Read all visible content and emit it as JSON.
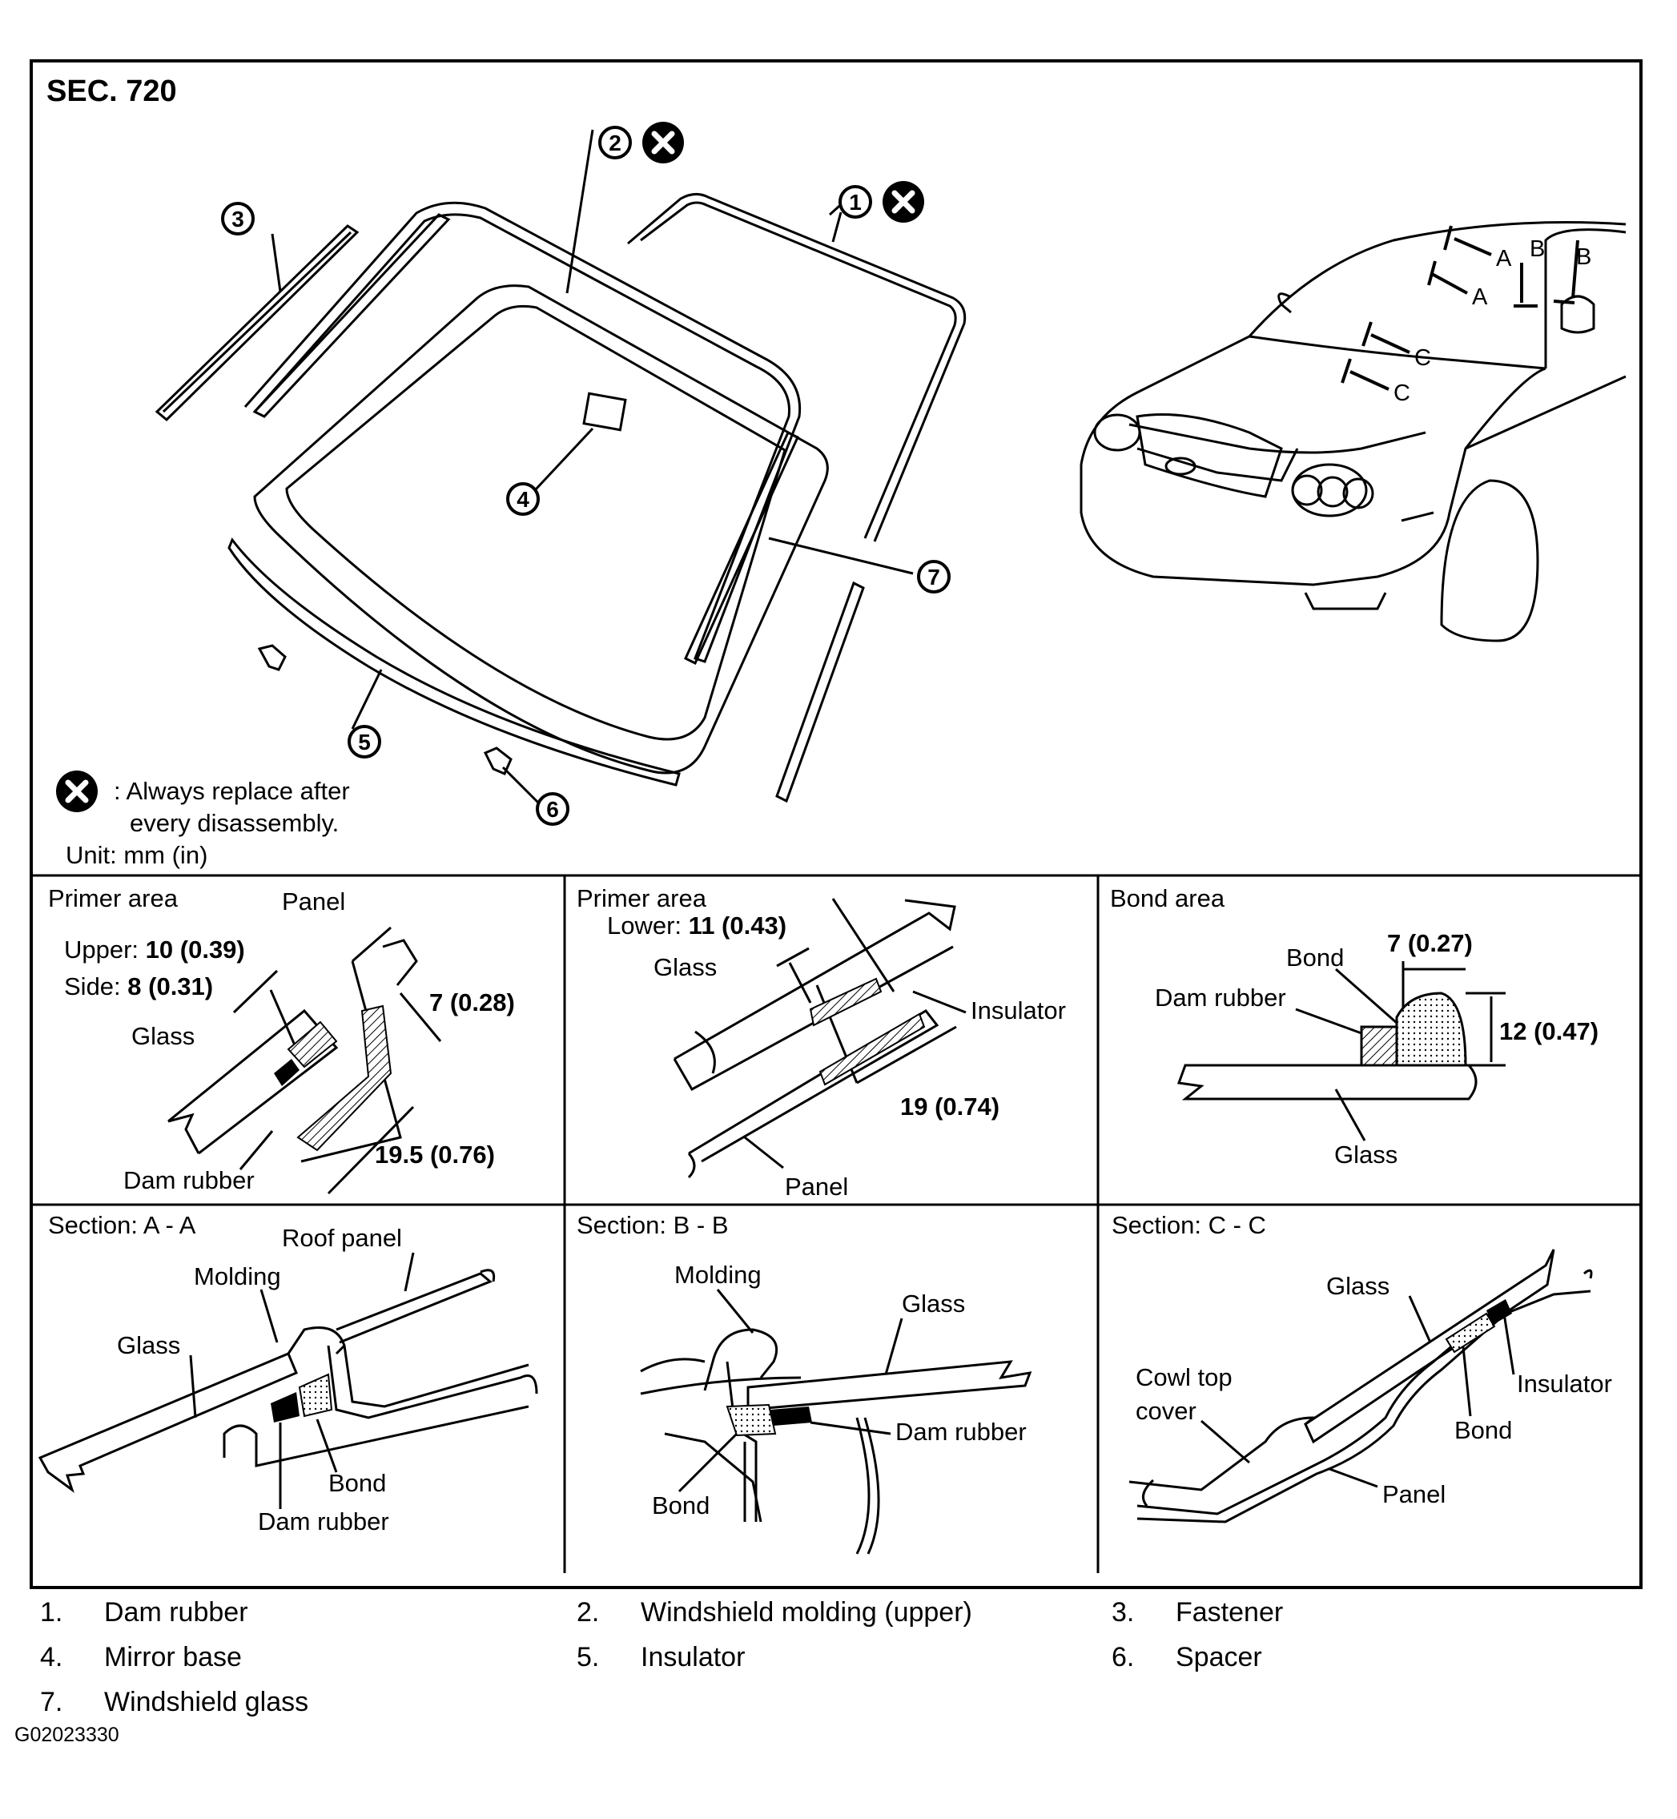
{
  "section_title": "SEC. 720",
  "callouts": [
    "1",
    "2",
    "3",
    "4",
    "5",
    "6",
    "7"
  ],
  "notes": {
    "replace_line1": ": Always replace after",
    "replace_line2": "every disassembly.",
    "unit": "Unit: mm (in)"
  },
  "car_view": {
    "section_labels": [
      "A",
      "A",
      "B",
      "B",
      "C",
      "C"
    ]
  },
  "panels": {
    "primer_upper_side": {
      "title": "Primer area",
      "upper_prefix": "Upper: ",
      "upper_value": "10 (0.39)",
      "side_prefix": "Side: ",
      "side_value": "8 (0.31)",
      "dim_a": "7 (0.28)",
      "dim_b": "19.5 (0.76)",
      "labels": {
        "panel": "Panel",
        "glass": "Glass",
        "dam_rubber": "Dam rubber"
      }
    },
    "primer_lower": {
      "title": "Primer area",
      "lower_prefix": "Lower: ",
      "lower_value": "11 (0.43)",
      "dim_b": "19 (0.74)",
      "labels": {
        "glass": "Glass",
        "insulator": "Insulator",
        "panel": "Panel"
      }
    },
    "bond_area": {
      "title": "Bond area",
      "dim_w": "7 (0.27)",
      "dim_h": "12 (0.47)",
      "labels": {
        "bond": "Bond",
        "dam_rubber": "Dam rubber",
        "glass": "Glass"
      }
    },
    "section_aa": {
      "title": "Section: A - A",
      "labels": {
        "roof_panel": "Roof panel",
        "molding": "Molding",
        "glass": "Glass",
        "bond": "Bond",
        "dam_rubber": "Dam rubber"
      }
    },
    "section_bb": {
      "title": "Section: B - B",
      "labels": {
        "molding": "Molding",
        "glass": "Glass",
        "dam_rubber": "Dam rubber",
        "bond": "Bond"
      }
    },
    "section_cc": {
      "title": "Section: C - C",
      "labels": {
        "glass": "Glass",
        "cowl_line1": "Cowl top",
        "cowl_line2": "cover",
        "insulator": "Insulator",
        "bond": "Bond",
        "panel": "Panel"
      }
    }
  },
  "legend": [
    {
      "num": "1.",
      "text": "Dam rubber"
    },
    {
      "num": "2.",
      "text": "Windshield molding (upper)"
    },
    {
      "num": "3.",
      "text": "Fastener"
    },
    {
      "num": "4.",
      "text": "Mirror base"
    },
    {
      "num": "5.",
      "text": "Insulator"
    },
    {
      "num": "6.",
      "text": "Spacer"
    },
    {
      "num": "7.",
      "text": "Windshield glass"
    }
  ],
  "figure_code": "G02023330"
}
